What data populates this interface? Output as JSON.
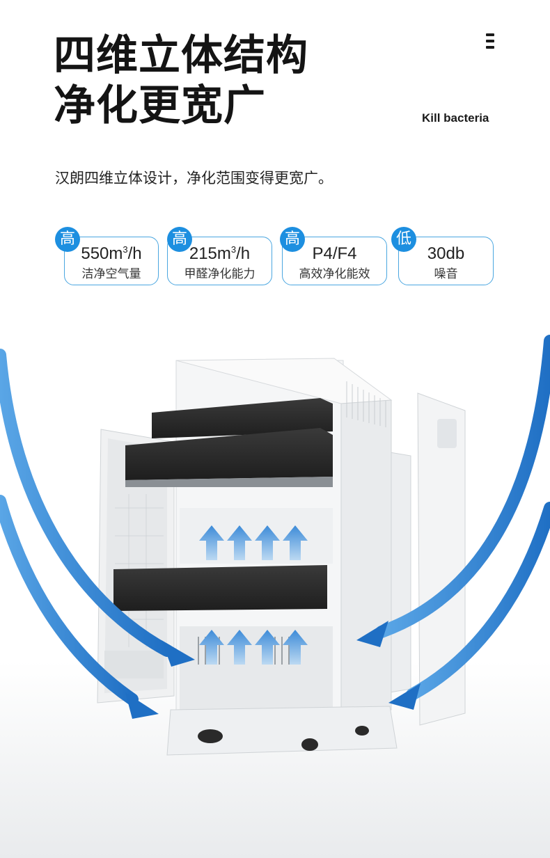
{
  "header": {
    "title_line1": "四维立体结构",
    "title_line2": "净化更宽广",
    "tagline": "Kill bacteria",
    "description": "汉朗四维立体设计，净化范围变得更宽广。"
  },
  "menu_icon": "menu-icon",
  "features": [
    {
      "badge": "高",
      "value": "550m",
      "sup": "3",
      "unit": "/h",
      "label": "洁净空气量"
    },
    {
      "badge": "高",
      "value": "215m",
      "sup": "3",
      "unit": "/h",
      "label": "甲醛净化能力"
    },
    {
      "badge": "高",
      "value": "P4/F4",
      "sup": "",
      "unit": "",
      "label": "高效净化能效"
    },
    {
      "badge": "低",
      "value": "30db",
      "sup": "",
      "unit": "",
      "label": "噪音"
    }
  ],
  "colors": {
    "accent": "#1d8fe0",
    "border": "#4aa6e0",
    "arrow_blue": "#2f86d6",
    "filter_dark": "#2d2d2d"
  }
}
